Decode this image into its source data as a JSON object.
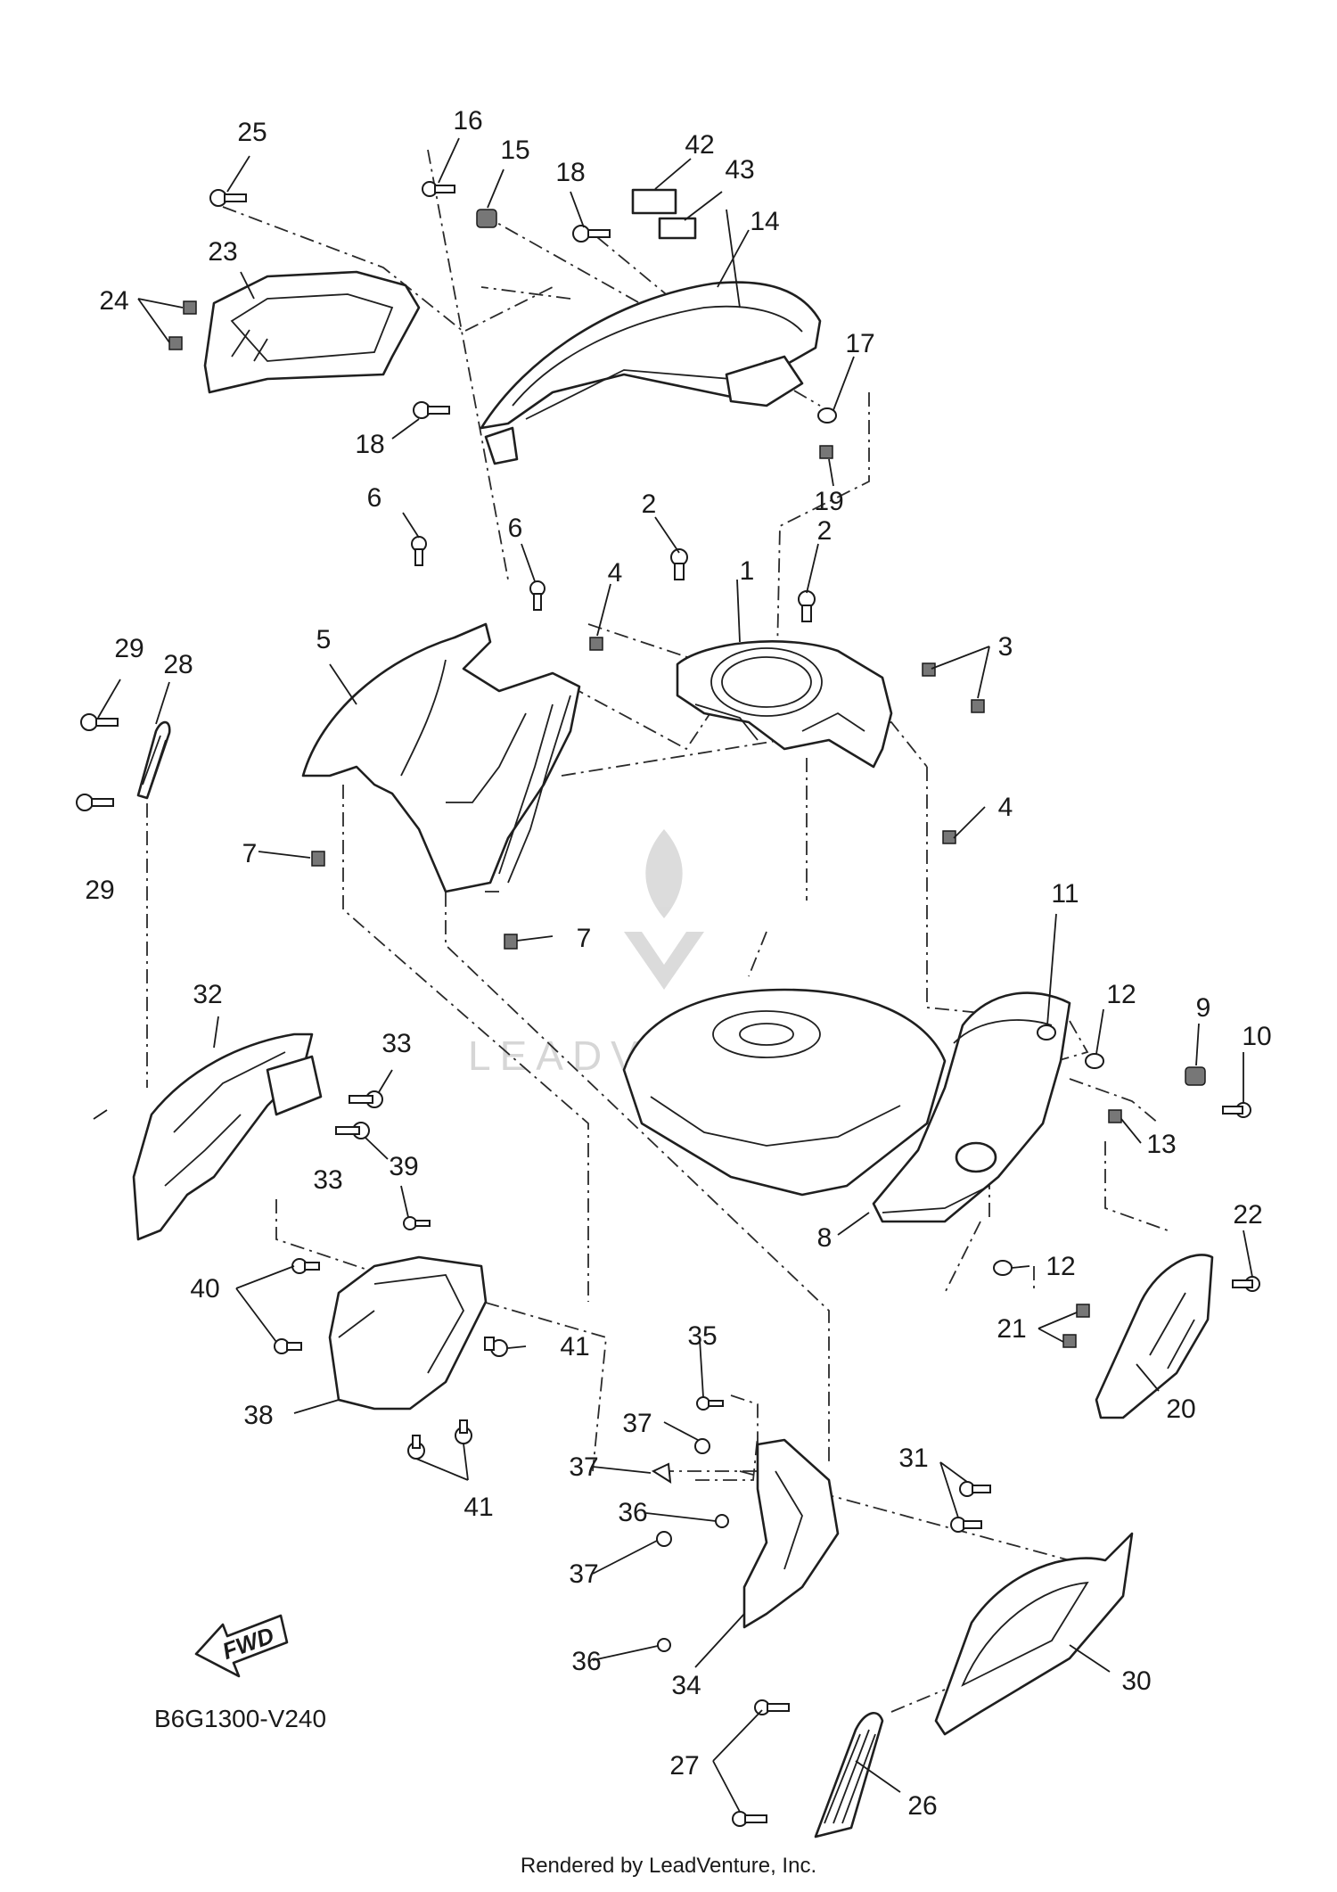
{
  "labels": [
    "1",
    "2",
    "3",
    "4",
    "5",
    "6",
    "7",
    "8",
    "9",
    "10",
    "11",
    "12",
    "13",
    "14",
    "15",
    "16",
    "17",
    "18",
    "19",
    "20",
    "21",
    "22",
    "23",
    "24",
    "25",
    "26",
    "27",
    "28",
    "29",
    "30",
    "31",
    "32",
    "33",
    "34",
    "35",
    "36",
    "37",
    "38",
    "39",
    "40",
    "41",
    "42",
    "43"
  ],
  "fwd_text": "FWD",
  "diagram_code": "B6G1300-V240",
  "footer_text": "Rendered by LeadVenture, Inc.",
  "watermark_text": "LEADVENTURE",
  "colors": {
    "line": "#1f1f1f",
    "watermark": "#d2d2d2",
    "background": "#ffffff"
  }
}
